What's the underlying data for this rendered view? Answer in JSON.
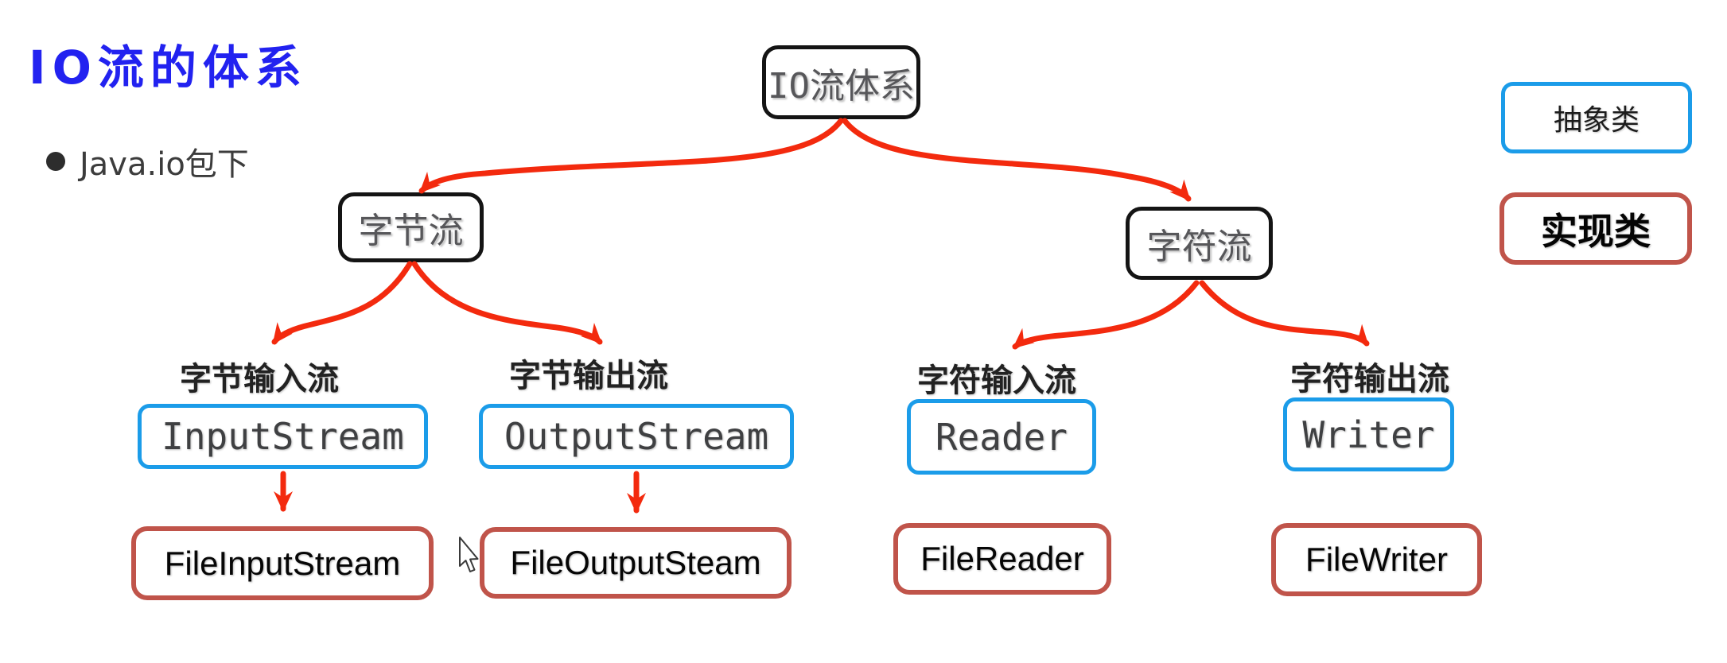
{
  "page": {
    "title": "IO流的体系",
    "bullet_text": "Java.io包下"
  },
  "tree": {
    "root": {
      "label": "IO流体系"
    },
    "branches": [
      {
        "label": "字节流",
        "children": [
          {
            "category": "字节输入流",
            "abstract": "InputStream",
            "implementation": "FileInputStream"
          },
          {
            "category": "字节输出流",
            "abstract": "OutputStream",
            "implementation": "FileOutputSteam"
          }
        ]
      },
      {
        "label": "字符流",
        "children": [
          {
            "category": "字符输入流",
            "abstract": "Reader",
            "implementation": "FileReader"
          },
          {
            "category": "字符输出流",
            "abstract": "Writer",
            "implementation": "FileWriter"
          }
        ]
      }
    ]
  },
  "legend": {
    "abstract": {
      "label": "抽象类"
    },
    "implementation": {
      "label": "实现类"
    }
  },
  "colors": {
    "title_blue": "#2222f0",
    "abstract_blue": "#1b9ce9",
    "implementation_red": "#c0544a",
    "arrow_red": "#f32a0e",
    "black_border": "#141414"
  }
}
